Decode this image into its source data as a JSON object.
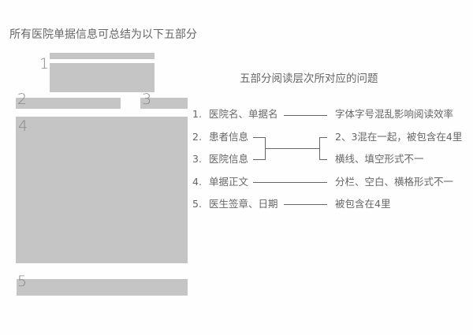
{
  "heading": "所有医院单据信息可总结为以下五部分",
  "parts": [
    "1",
    "2",
    "3",
    "4",
    "5"
  ],
  "right_title": "五部分阅读层次所对应的问题",
  "rows": [
    {
      "num": "1.",
      "label": "医院名、单据名"
    },
    {
      "num": "2.",
      "label": "患者信息"
    },
    {
      "num": "3.",
      "label": "医院信息"
    },
    {
      "num": "4.",
      "label": "单据正文"
    },
    {
      "num": "5.",
      "label": "医生签章、日期"
    }
  ],
  "issues": [
    "字体字号混乱影响阅读效率",
    "2、3混在一起，被包含在4里",
    "横线、填空形式不一",
    "分栏、空白、横格形式不一",
    "被包含在4里"
  ]
}
